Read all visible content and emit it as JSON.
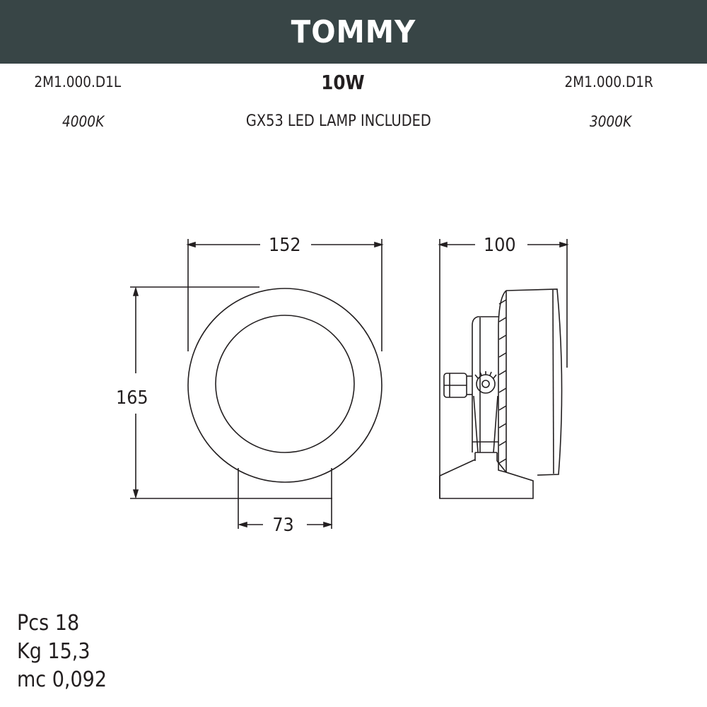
{
  "header": {
    "title": "TOMMY",
    "background_color": "#384546"
  },
  "product": {
    "code_left": "2M1.000.D1L",
    "power": "10W",
    "code_right": "2M1.000.D1R",
    "cct_left": "4000K",
    "lamp": "GX53 LED LAMP INCLUDED",
    "cct_right": "3000K"
  },
  "dimensions": {
    "front_width": "152",
    "front_height": "165",
    "base_width": "73",
    "side_depth": "100"
  },
  "specs": [
    {
      "label": "Pcs",
      "value": "18"
    },
    {
      "label": "Kg",
      "value": "15,3"
    },
    {
      "label": "mc",
      "value": "0,092"
    }
  ]
}
